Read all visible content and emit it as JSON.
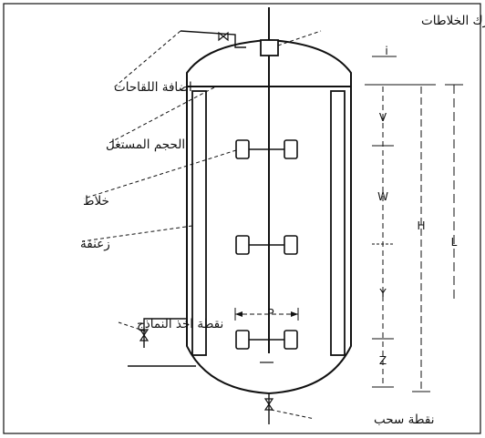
{
  "labels": {
    "stirrer_cover": "غطاء محرك الخلاطات",
    "inoculum_addition": "اضافة اللقاحات",
    "working_volume": "الحجم المستغل",
    "mixer": "خلاط",
    "baffle": "زعنفة",
    "sampling_point": "نقطة اخذ النماذج",
    "outlet_point": "نقطة سحب"
  },
  "dimensions": {
    "top_mark": "i",
    "v": "V",
    "w": "W",
    "y": "Y",
    "z": "Z",
    "h": "H",
    "l": "L",
    "p": "P"
  }
}
